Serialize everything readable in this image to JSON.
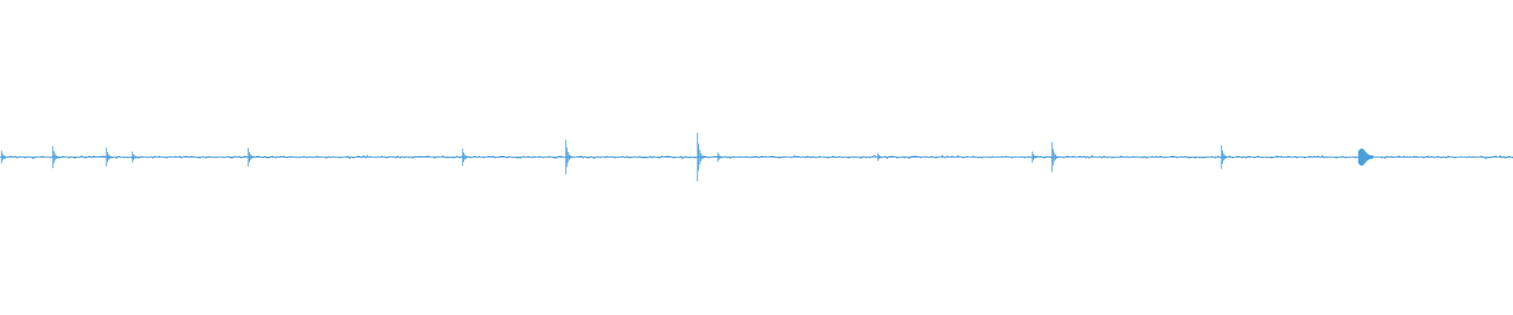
{
  "waveform": {
    "color": "#4a9fdb",
    "background": "#ffffff",
    "peak_amplitudes": [
      0.08,
      0.14,
      0.12,
      0.07,
      0.12,
      0.11,
      0.22,
      0.31,
      0.06,
      0.05,
      0.07,
      0.19,
      0.15,
      0.1
    ]
  }
}
